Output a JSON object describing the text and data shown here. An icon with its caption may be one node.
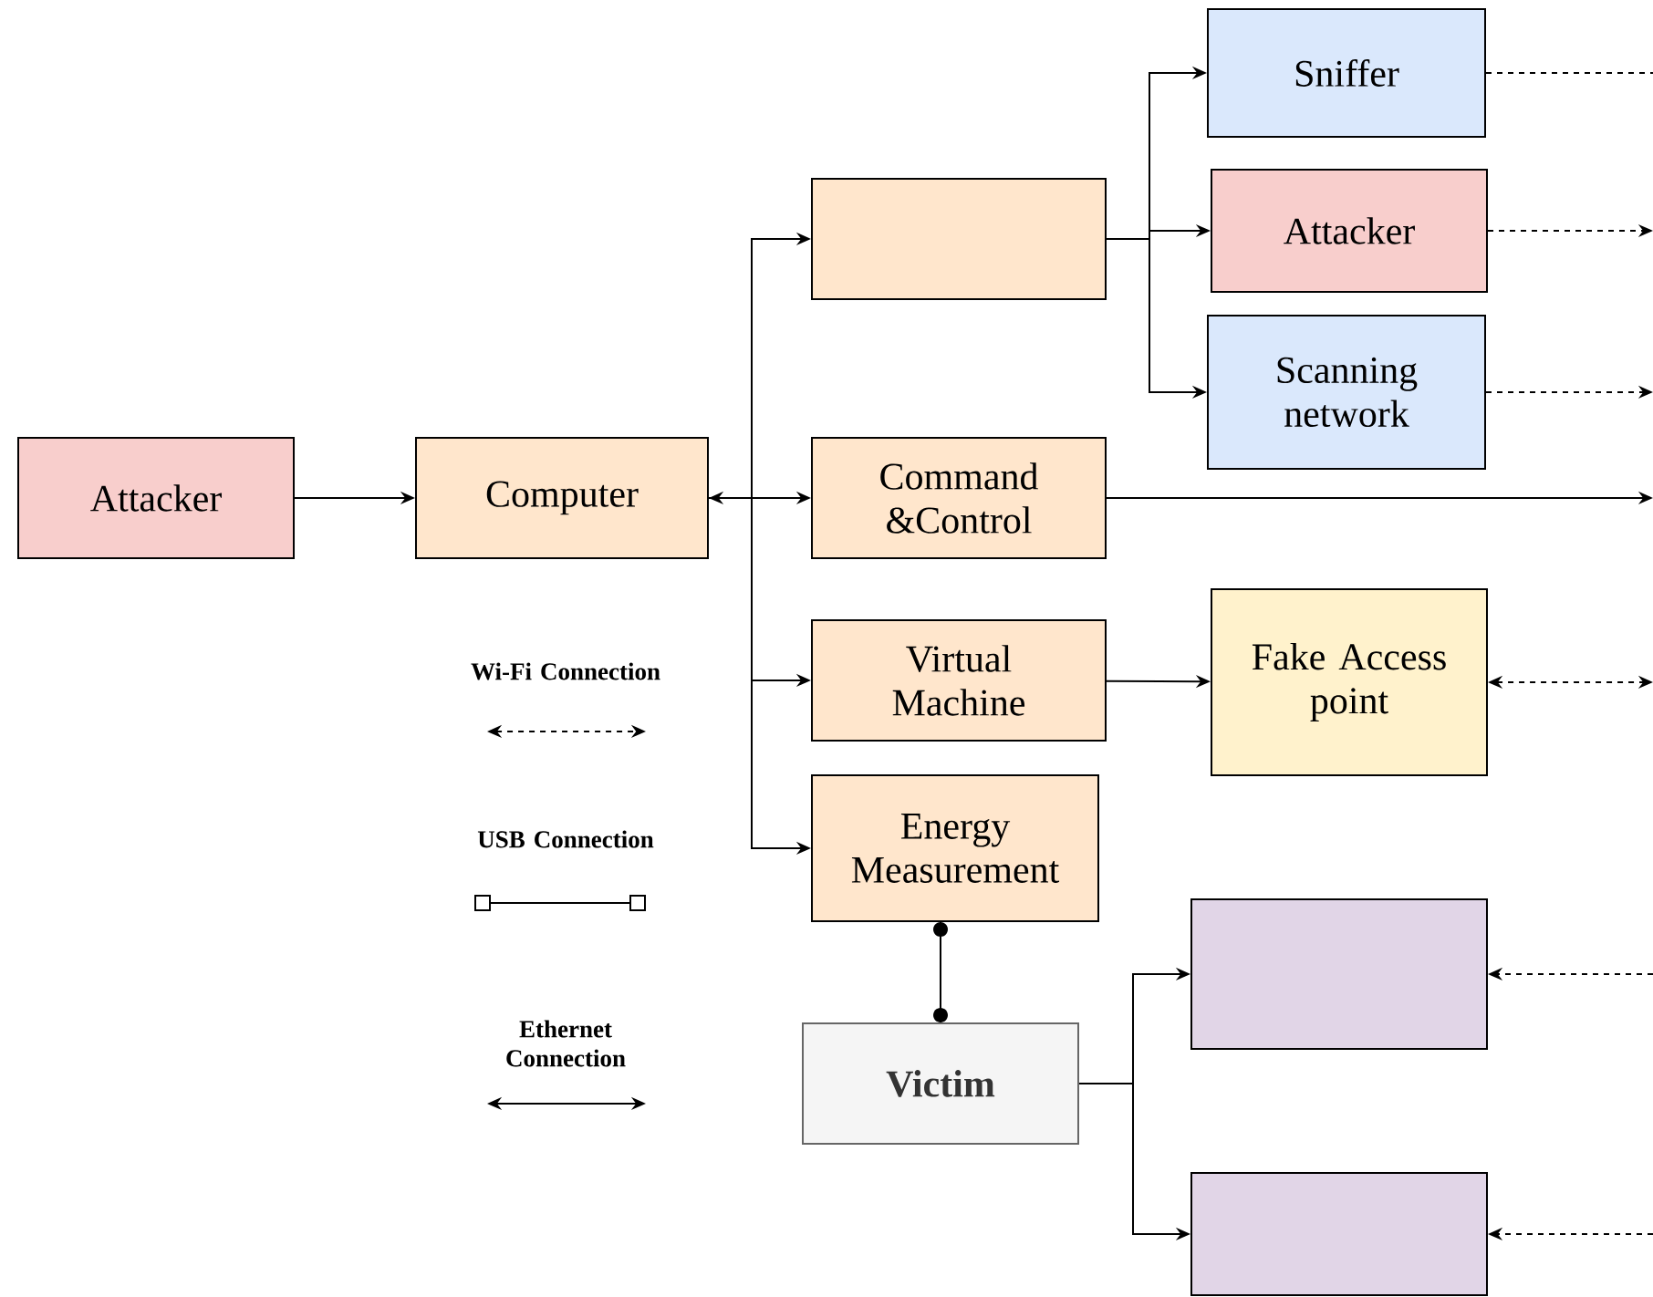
{
  "diagram": {
    "nodes": [
      {
        "text": [
          "Attacker"
        ]
      },
      {
        "text": [
          "Computer"
        ]
      },
      {
        "text": [],
        "shape": "box"
      },
      {
        "text": [
          "Command &Control"
        ]
      },
      {
        "text": [
          "Virtual Machine"
        ]
      },
      {
        "text": [
          "Energy Measurement"
        ]
      },
      {
        "text": [
          "Sniffer"
        ]
      },
      {
        "text": [
          "Attacker"
        ]
      },
      {
        "text": [
          "Scanning network"
        ]
      },
      {
        "text": [
          "Fake Access point"
        ]
      },
      {
        "text": [
          "Victim"
        ]
      },
      {
        "text": [],
        "shape": "box"
      },
      {
        "text": [],
        "shape": "box"
      }
    ],
    "edges": [
      {
        "from": 0,
        "to": 1,
        "arrow": "to"
      },
      {
        "from": 1,
        "to": 2,
        "arrow": "both"
      },
      {
        "from": 1,
        "to": 3,
        "arrow": "to"
      },
      {
        "from": 1,
        "to": 4,
        "arrow": "to"
      },
      {
        "from": 1,
        "to": 5,
        "arrow": "to"
      },
      {
        "from": 2,
        "to": 6,
        "arrow": "to"
      },
      {
        "from": 2,
        "to": 7,
        "arrow": "to"
      },
      {
        "from": 2,
        "to": 8,
        "arrow": "to"
      },
      {
        "from": 6,
        "to": null,
        "arrow": "none",
        "style": "dashed"
      },
      {
        "from": 7,
        "to": null,
        "arrow": "to",
        "style": "dashed"
      },
      {
        "from": 8,
        "to": null,
        "arrow": "to",
        "style": "dashed"
      },
      {
        "from": 3,
        "to": null,
        "arrow": "to"
      },
      {
        "from": 4,
        "to": 9,
        "arrow": "to"
      },
      {
        "from": 9,
        "to": null,
        "arrow": "both",
        "style": "dashed"
      },
      {
        "from": 5,
        "to": 10,
        "arrow": "other"
      },
      {
        "from": 10,
        "to": 11,
        "arrow": "to"
      },
      {
        "from": 10,
        "to": 12,
        "arrow": "to"
      },
      {
        "from": null,
        "to": 11,
        "arrow": "to",
        "style": "dashed"
      },
      {
        "from": null,
        "to": 12,
        "arrow": "to",
        "style": "dashed"
      }
    ],
    "legend": [
      {
        "text": "Wi-Fi Connection"
      },
      {
        "text": "USB Connection"
      },
      {
        "text": "Ethernet Connection"
      }
    ]
  }
}
